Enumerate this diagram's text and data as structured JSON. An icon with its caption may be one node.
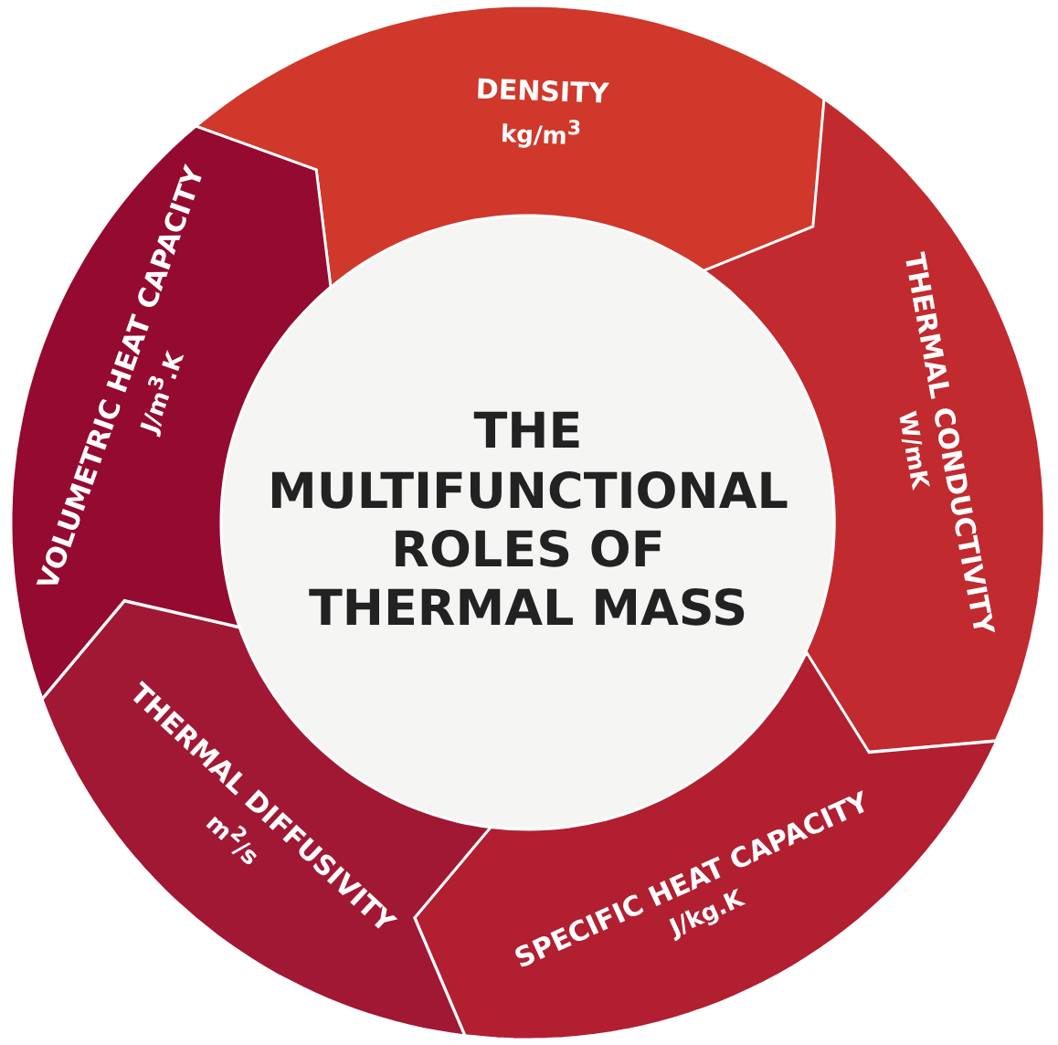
{
  "diagram": {
    "nodes": [
      {
        "text": [
          "THE MULTIFUNCTIONAL ROLES OF THERMAL MASS"
        ]
      },
      {
        "text": [
          "DENSITY",
          "kg/m$^{3}$"
        ]
      },
      {
        "text": [
          "THERMAL CONDUCTIVITY",
          "W/mK"
        ]
      },
      {
        "text": [
          "SPECIFIC HEAT CAPACITY",
          "J/kg.K"
        ]
      },
      {
        "text": [
          "THERMAL DIFFUSIVITY",
          "m$^{2}$/s"
        ]
      },
      {
        "text": [
          "VOLUMETRIC HEAT CAPACITY",
          "J/m$^{3}$.K"
        ]
      }
    ],
    "edges": []
  }
}
